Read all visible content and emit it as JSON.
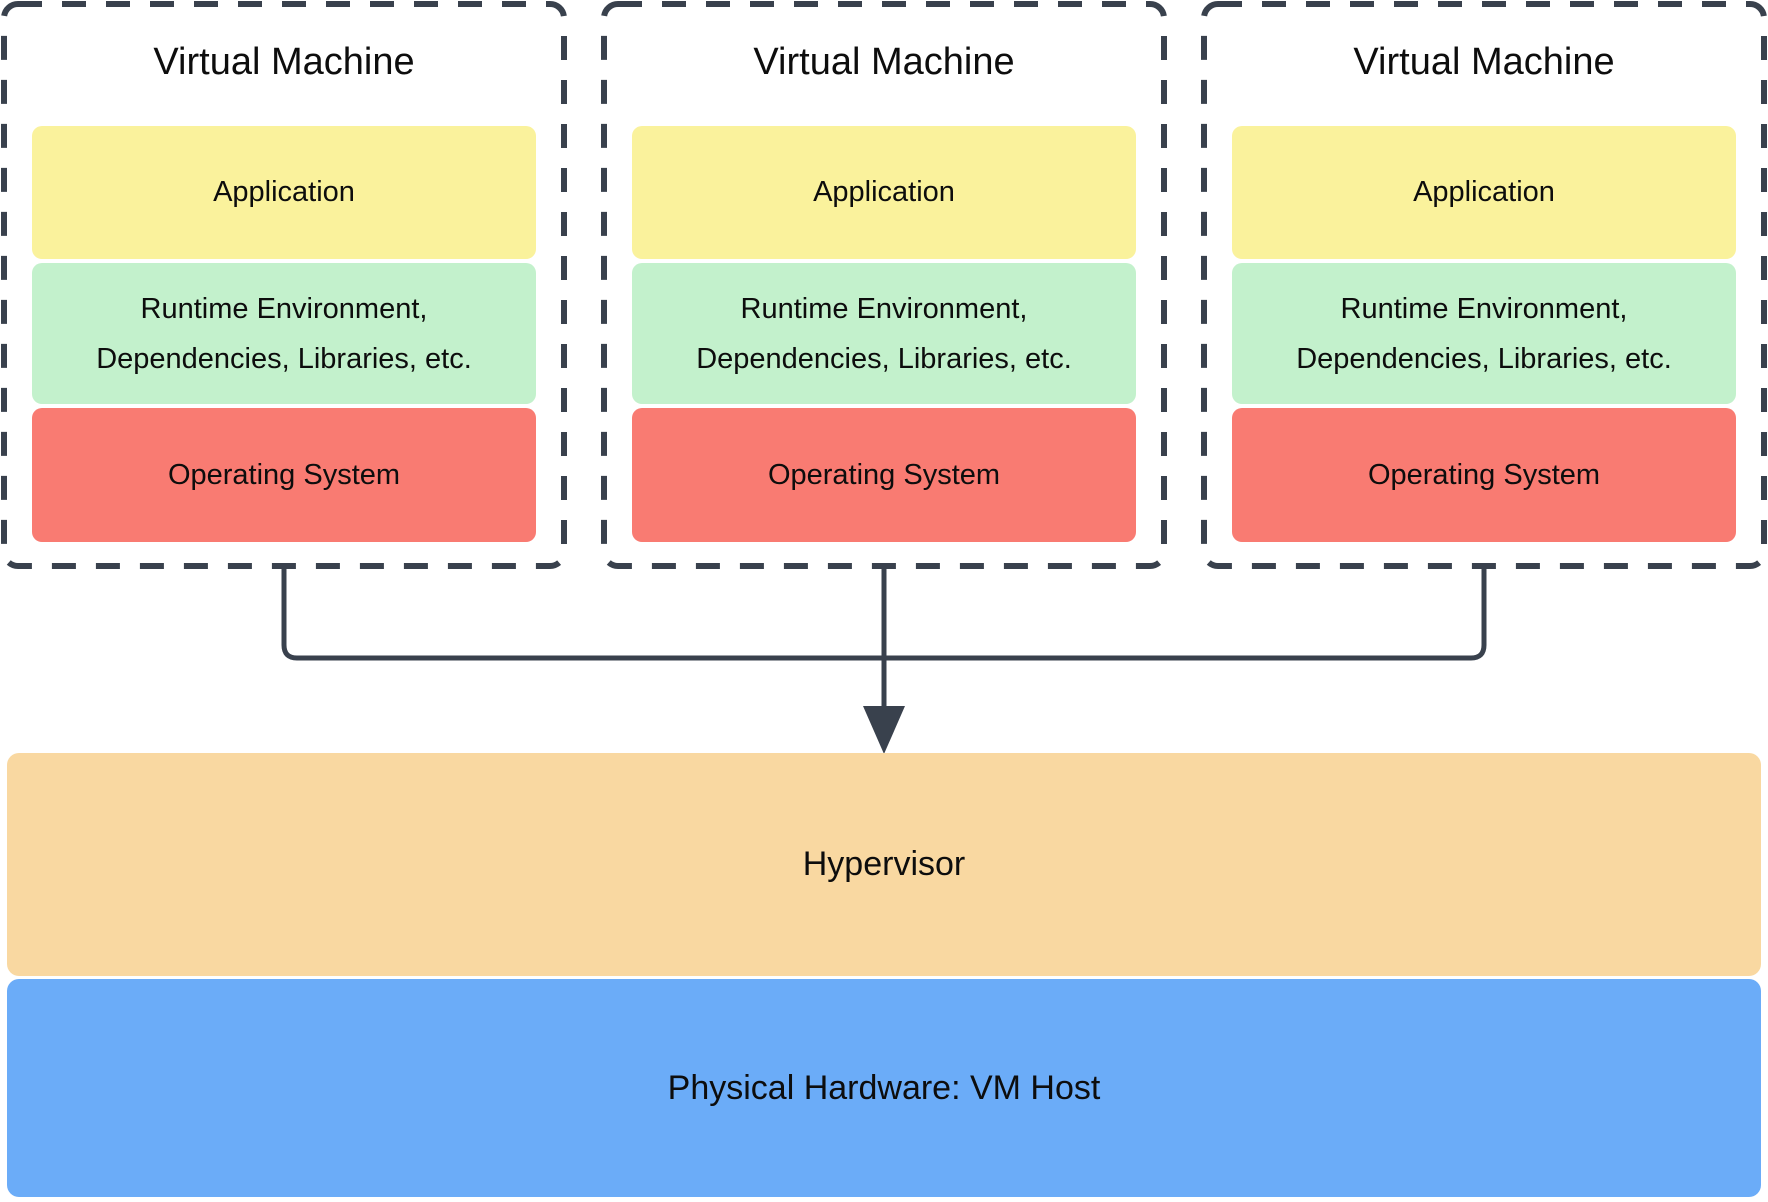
{
  "vms": [
    {
      "title": "Virtual Machine",
      "application_label": "Application",
      "runtime_lines": [
        "Runtime Environment,",
        "Dependencies, Libraries, etc."
      ],
      "os_label": "Operating System"
    },
    {
      "title": "Virtual Machine",
      "application_label": "Application",
      "runtime_lines": [
        "Runtime Environment,",
        "Dependencies, Libraries, etc."
      ],
      "os_label": "Operating System"
    },
    {
      "title": "Virtual Machine",
      "application_label": "Application",
      "runtime_lines": [
        "Runtime Environment,",
        "Dependencies, Libraries, etc."
      ],
      "os_label": "Operating System"
    }
  ],
  "hypervisor_label": "Hypervisor",
  "hardware_label": "Physical Hardware: VM Host",
  "colors": {
    "application": "#FAF29C",
    "runtime": "#C3F1CC",
    "os": "#F97B72",
    "hypervisor": "#F9D8A1",
    "hardware": "#6BACF8",
    "stroke": "#39414D",
    "text": "#0D0D0D",
    "background": "#FFFFFF"
  }
}
